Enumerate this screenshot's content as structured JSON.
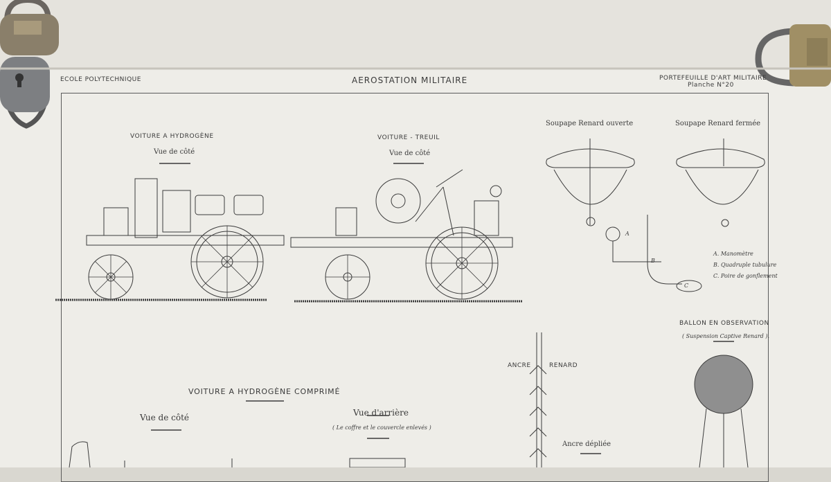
{
  "header": {
    "left": "ECOLE POLYTECHNIQUE",
    "center": "AEROSTATION MILITAIRE",
    "right_line1": "PORTEFEUILLE D'ART MILITAIRE",
    "right_line2": "Planche N°20"
  },
  "captions": {
    "hydrogen_car": "VOITURE A HYDROGÈNE",
    "hydrogen_car_view": "Vue de côté",
    "winch_car": "VOITURE - TREUIL",
    "winch_car_view": "Vue de côté",
    "valve_open": "Soupape Renard ouverte",
    "valve_closed": "Soupape Renard fermée",
    "legend_a": "A. Manomètre",
    "legend_b": "B. Quadruple tubulure",
    "legend_c": "C. Poire de gonflement",
    "balloon": "BALLON EN OBSERVATION",
    "balloon_sub": "( Suspension Captive Renard ).",
    "anchor_left": "ANCRE",
    "anchor_right": "RENARD",
    "anchor_unfolded": "Ancre dépliée",
    "compressed_car": "VOITURE A HYDROGÈNE COMPRIMÉ",
    "compressed_side": "Vue de côté",
    "compressed_rear": "Vue d'arrière",
    "compressed_rear_note": "( Le coffre et le couvercle enlevés )"
  },
  "labels": {
    "a": "A",
    "b": "B",
    "c": "C"
  }
}
